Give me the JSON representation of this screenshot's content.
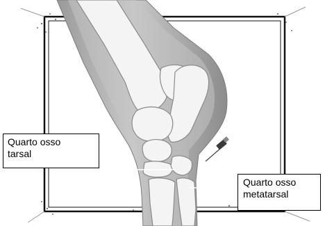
{
  "labels": {
    "tarsal": {
      "line1": "Quarto osso",
      "line2": "tarsal"
    },
    "metatarsal": {
      "line1": "Quarto osso",
      "line2": "metatarsal"
    }
  },
  "colors": {
    "leg_dark": "#8f8f8f",
    "leg_light": "#d4d4d4",
    "bone_fill": "#f4f4f4",
    "bone_stroke": "#8a8a8a",
    "frame": "#111111",
    "needle": "#333333"
  }
}
